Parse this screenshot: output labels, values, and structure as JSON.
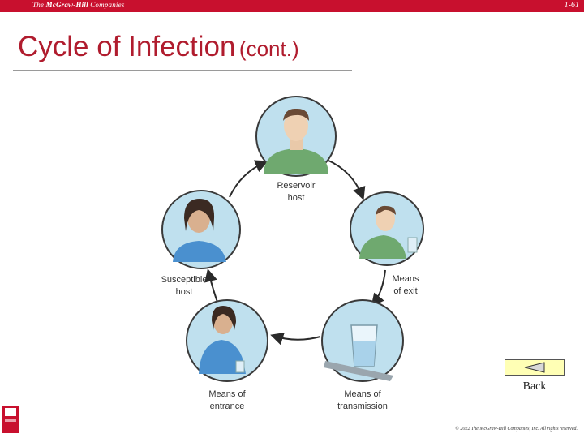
{
  "header": {
    "brand_the": "The",
    "brand_name": "McGraw-Hill",
    "brand_companies": "Companies",
    "page_number": "1-61"
  },
  "title": {
    "main": "Cycle of Infection",
    "suffix": "(cont.)"
  },
  "diagram": {
    "nodes": [
      {
        "id": "reservoir",
        "line1": "Reservoir",
        "line2": "host"
      },
      {
        "id": "exit",
        "line1": "Means",
        "line2": "of exit"
      },
      {
        "id": "transmission",
        "line1": "Means of",
        "line2": "transmission"
      },
      {
        "id": "entrance",
        "line1": "Means of",
        "line2": "entrance"
      },
      {
        "id": "susceptible",
        "line1": "Susceptible",
        "line2": "host"
      }
    ]
  },
  "nav": {
    "back_label": "Back"
  },
  "footer": {
    "copyright": "© 2022 The McGraw-Hill Companies, Inc. All rights reserved."
  },
  "colors": {
    "topbar": "#c8102e",
    "title": "#b01c2e",
    "circle_fill": "#bfe0ee",
    "circle_stroke": "#3a3a3a",
    "button_bg": "#ffffb5"
  }
}
